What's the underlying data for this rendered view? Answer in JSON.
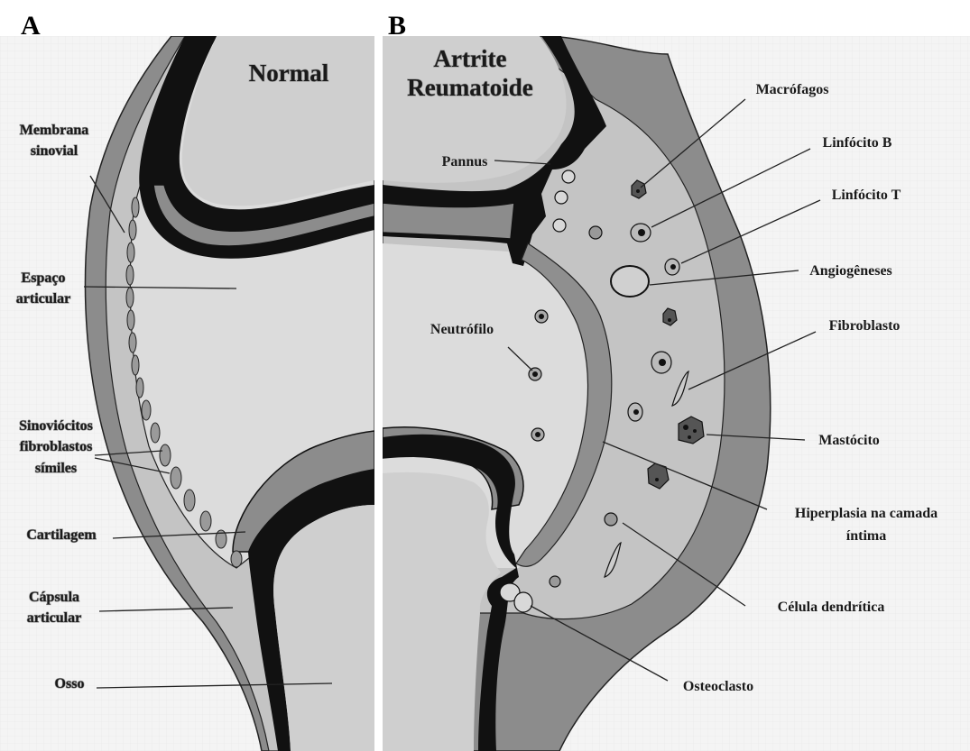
{
  "panels": {
    "a": {
      "letter": "A",
      "title": "Normal"
    },
    "b": {
      "letter": "B",
      "title_line1": "Artrite",
      "title_line2": "Reumatoide"
    }
  },
  "labels_a": {
    "membrana_1": "Membrana",
    "membrana_2": "sinovial",
    "espaco_1": "Espaço",
    "espaco_2": "articular",
    "sinov_1": "Sinoviócitos",
    "sinov_2": "fibroblastos",
    "sinov_3": "símiles",
    "cartilagem": "Cartilagem",
    "capsula_1": "Cápsula",
    "capsula_2": "articular",
    "osso": "Osso"
  },
  "labels_b": {
    "pannus": "Pannus",
    "macrofagos": "Macrófagos",
    "linfocito_b": "Linfócito B",
    "linfocito_t": "Linfócito T",
    "angiogeneses": "Angiogêneses",
    "neutrofilo": "Neutrófilo",
    "fibroblasto": "Fibroblasto",
    "mastocito": "Mastócito",
    "hiperplasia_1": "Hiperplasia na camada",
    "hiperplasia_2": "íntima",
    "celula_dendritica": "Célula dendrítica",
    "osteoclasto": "Osteoclasto"
  }
}
